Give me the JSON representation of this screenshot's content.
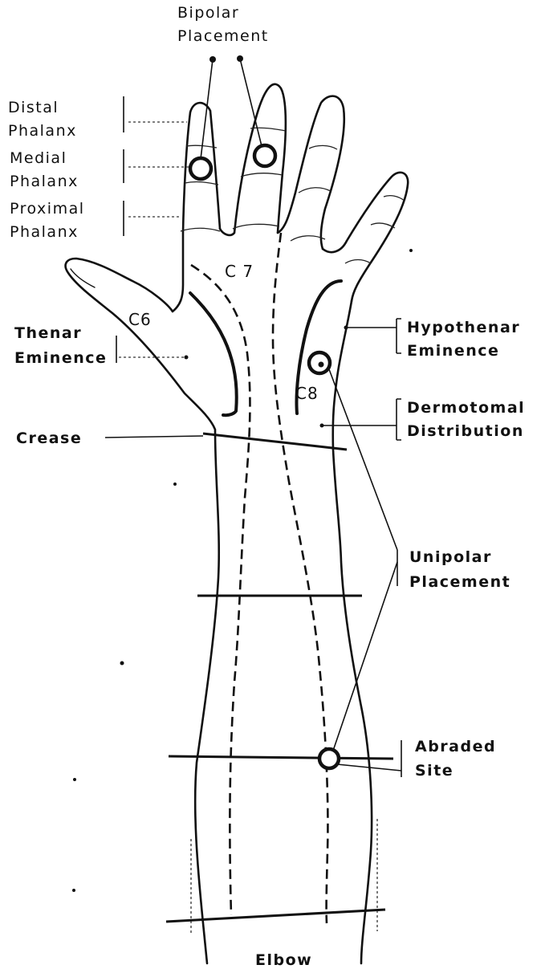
{
  "labels": {
    "bipolar_line1": "Bipolar",
    "bipolar_line2": "Placement",
    "distal_line1": "Distal",
    "distal_line2": "Phalanx",
    "medial_line1": "Medial",
    "medial_line2": "Phalanx",
    "proximal_line1": "Proximal",
    "proximal_line2": "Phalanx",
    "thenar_line1": "Thenar",
    "thenar_line2": "Eminence",
    "hypothenar_line1": "Hypothenar",
    "hypothenar_line2": "Eminence",
    "dermatomal_line1": "Dermotomal",
    "dermatomal_line2": "Distribution",
    "crease": "Crease",
    "unipolar_line1": "Unipolar",
    "unipolar_line2": "Placement",
    "abraded_line1": "Abraded",
    "abraded_line2": "Site",
    "elbow": "Elbow"
  },
  "dermatomes": {
    "c6": "C6",
    "c7": "C 7",
    "c8": "C8"
  }
}
